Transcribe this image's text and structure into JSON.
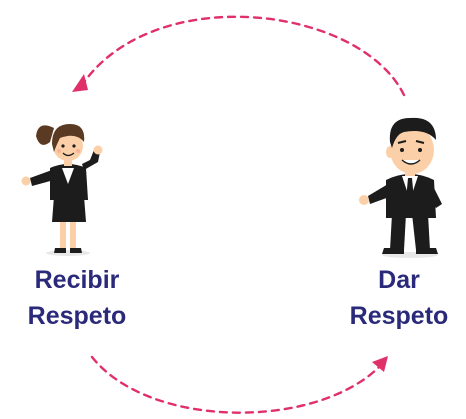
{
  "left_label": {
    "line1": "Recibir",
    "line2": "Respeto"
  },
  "right_label": {
    "line1": "Dar",
    "line2": "Respeto"
  },
  "colors": {
    "arrow": "#e0306a",
    "label_text": "#2b2a7a",
    "suit": "#1c1c1c",
    "skin": "#fbd0a8",
    "hair": "#5a3a22",
    "tie": "#1c1c1c",
    "shirt": "#ffffff"
  },
  "icons": [
    "dashed-arrow-top",
    "dashed-arrow-bottom",
    "businesswoman-figure",
    "businessman-figure"
  ]
}
